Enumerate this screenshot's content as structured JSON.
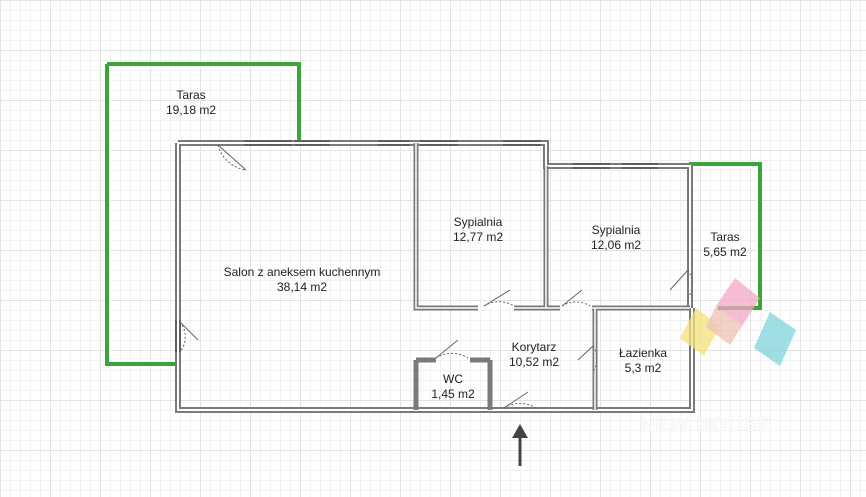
{
  "rooms": {
    "taras_large": {
      "name": "Taras",
      "area": "19,18 m2"
    },
    "salon": {
      "name": "Salon z aneksem kuchennym",
      "area": "38,14 m2"
    },
    "sypialnia_1": {
      "name": "Sypialnia",
      "area": "12,77 m2"
    },
    "sypialnia_2": {
      "name": "Sypialnia",
      "area": "12,06 m2"
    },
    "taras_small": {
      "name": "Taras",
      "area": "5,65 m2"
    },
    "korytarz": {
      "name": "Korytarz",
      "area": "10,52 m2"
    },
    "lazienka": {
      "name": "Łazienka",
      "area": "5,3 m2"
    },
    "wc": {
      "name": "WC",
      "area": "1,45 m2"
    }
  },
  "colors": {
    "wall": "#7a7a7a",
    "terrace_outline": "#3aa63a",
    "logo_pink": "#f3a7c7",
    "logo_yellow": "#f4e27a",
    "logo_teal": "#7fd3d9"
  },
  "icons": {
    "entrance": "arrow-up-icon",
    "logo": "agency-logo-icon"
  },
  "watermark": "NEW HOUSE"
}
